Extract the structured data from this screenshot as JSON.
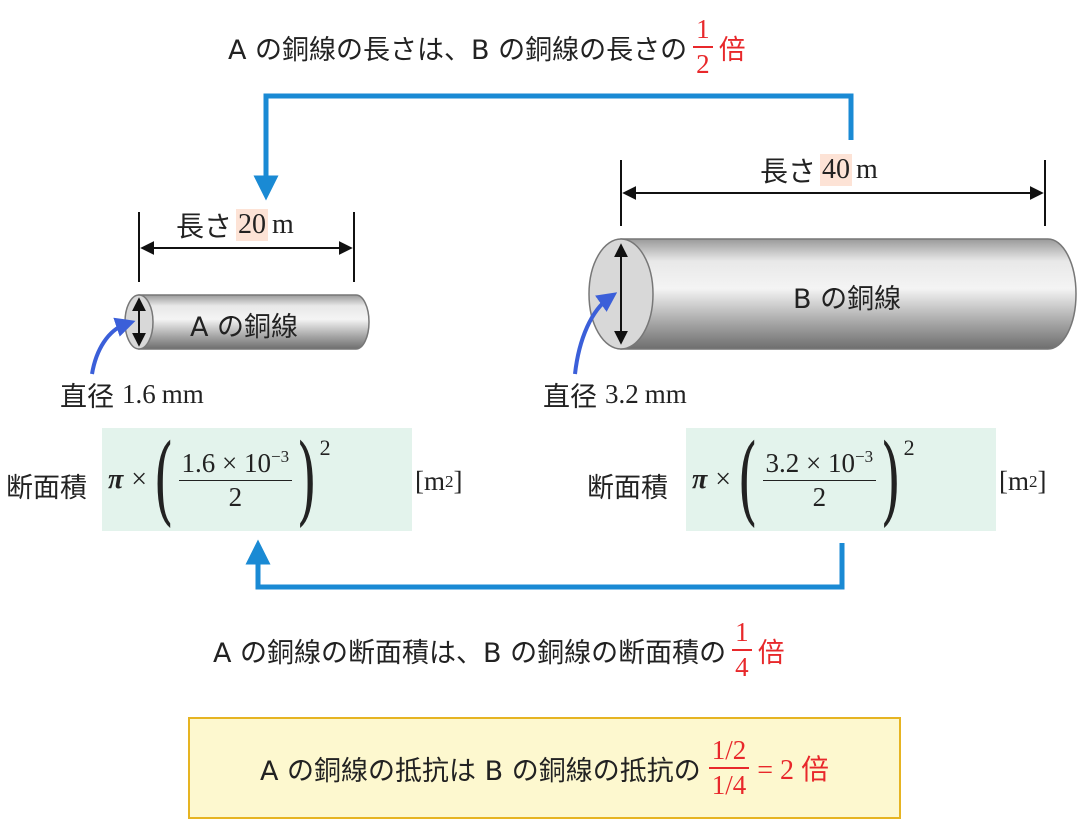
{
  "top_caption": {
    "text": "A の銅線の長さは、B の銅線の長さの",
    "frac_num": "1",
    "frac_den": "2",
    "suffix": "倍"
  },
  "wire_a": {
    "label": "A の銅線",
    "length_prefix": "長さ",
    "length_value": "20",
    "length_unit": "m",
    "diameter_label": "直径",
    "diameter_value": "1.6",
    "diameter_unit": "mm"
  },
  "wire_b": {
    "label": "B の銅線",
    "length_prefix": "長さ",
    "length_value": "40",
    "length_unit": "m",
    "diameter_label": "直径",
    "diameter_value": "3.2",
    "diameter_unit": "mm"
  },
  "area_a": {
    "label": "断面積",
    "pi": "π",
    "times": "×",
    "num": "1.6 × 10",
    "exp": "−3",
    "den": "2",
    "outer_exp": "2",
    "unit": "[m",
    "unit_exp": "2",
    "unit_close": "]"
  },
  "area_b": {
    "label": "断面積",
    "pi": "π",
    "times": "×",
    "num": "3.2 × 10",
    "exp": "−3",
    "den": "2",
    "outer_exp": "2",
    "unit": "[m",
    "unit_exp": "2",
    "unit_close": "]"
  },
  "bottom_caption": {
    "text": "A の銅線の断面積は、B の銅線の断面積の",
    "frac_num": "1",
    "frac_den": "4",
    "suffix": "倍"
  },
  "result": {
    "text": "A の銅線の抵抗は B の銅線の抵抗の",
    "frac_num": "1/2",
    "frac_den": "1/4",
    "equals": "= 2 倍"
  },
  "colors": {
    "connector_blue": "#1a8ad4",
    "pointer_blue": "#3b5fd9",
    "accent_red": "#e8282b",
    "highlight_peach": "#fde3d6",
    "math_bg": "#e3f3ec",
    "result_bg": "#fdf8cf",
    "result_border": "#e6b422"
  }
}
